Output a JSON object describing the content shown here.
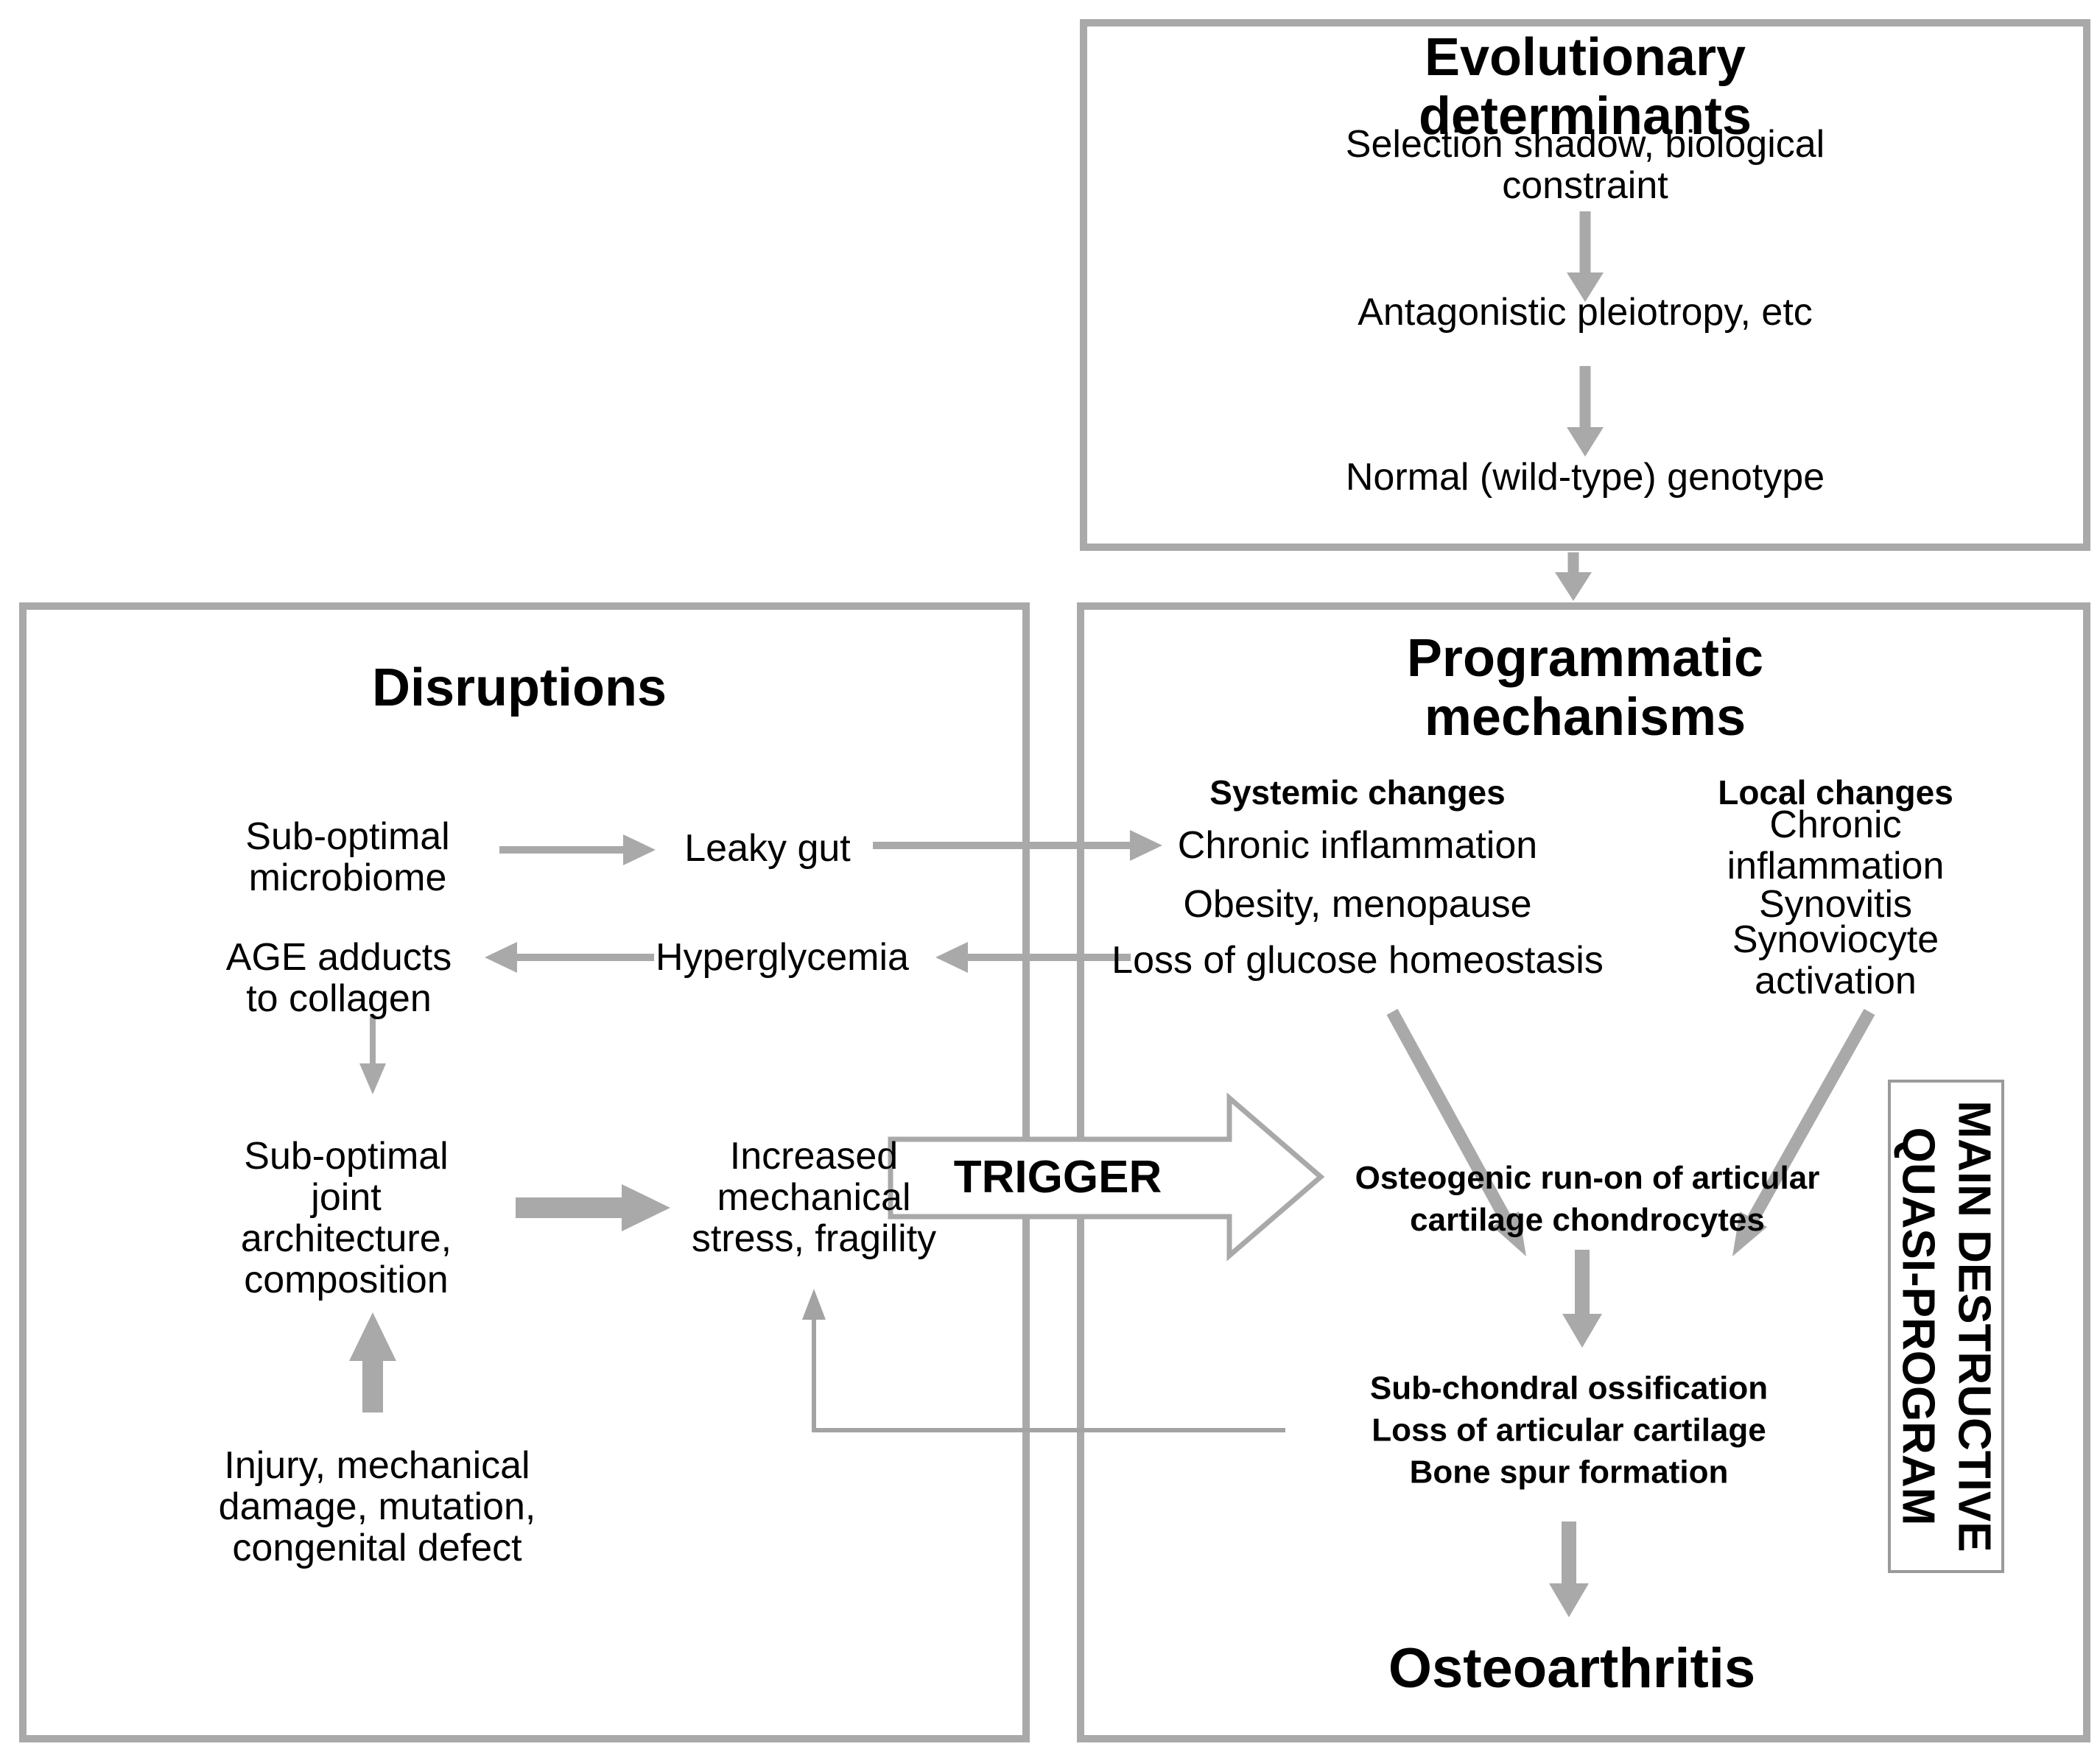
{
  "diagram": {
    "type": "flowchart",
    "line_color": "#a9a9a9",
    "text_color": "#000000",
    "background_color": "#ffffff"
  },
  "evolutionary": {
    "title": "Evolutionary determinants",
    "items": [
      "Selection shadow, biological constraint",
      "Antagonistic pleiotropy, etc",
      "Normal (wild-type) genotype"
    ]
  },
  "disruptions": {
    "title": "Disruptions",
    "nodes": {
      "microbiome": "Sub-optimal\nmicrobiome",
      "leaky_gut": "Leaky gut",
      "age_adducts": "AGE adducts\nto collagen",
      "hyperglycemia": "Hyperglycemia",
      "joint_architecture": "Sub-optimal\njoint\narchitecture,\ncomposition",
      "mechanical_stress": "Increased\nmechanical\nstress, fragility",
      "injury": "Injury, mechanical\ndamage, mutation,\ncongenital defect"
    }
  },
  "trigger": {
    "label": "TRIGGER"
  },
  "programmatic": {
    "title": "Programmatic mechanisms",
    "systemic": {
      "header": "Systemic changes",
      "items": [
        "Chronic inflammation",
        "Obesity, menopause",
        "Loss of glucose homeostasis"
      ]
    },
    "local": {
      "header": "Local changes",
      "items": [
        "Chronic inflammation",
        "Synovitis",
        "Synoviocyte activation"
      ]
    },
    "osteogenic": "Osteogenic run-on of articular\ncartilage chondrocytes",
    "subchondral": "Sub-chondral ossification\nLoss of articular cartilage\nBone spur formation",
    "osteoarthritis": "Osteoarthritis",
    "quasi_program": "MAIN DESTRUCTIVE\nQUASI-PROGRAM"
  }
}
